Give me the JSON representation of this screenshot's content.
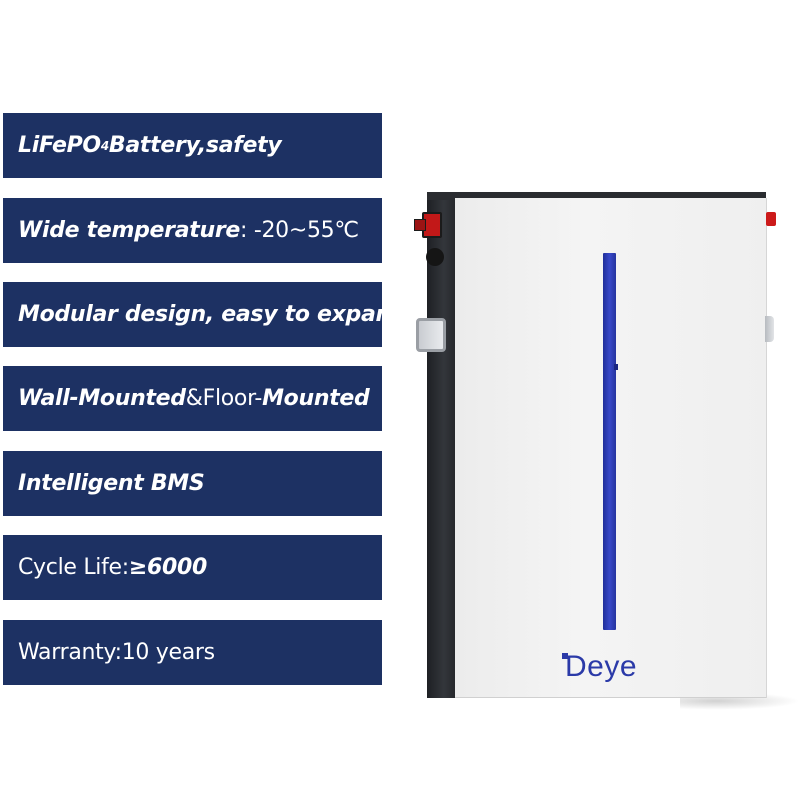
{
  "features": {
    "f1": {
      "main": "LiFePO",
      "sub": "4",
      "rest": " Battery,safety"
    },
    "f2": {
      "main": "Wide temperature",
      "rest": ": -20~55℃"
    },
    "f3": {
      "main": "Modular design, easy to expand"
    },
    "f4": {
      "main": "Wall-Mounted",
      "amp": "&Floor-",
      "rest": "Mounted"
    },
    "f5": {
      "main": "Intelligent BMS"
    },
    "f6": {
      "lead": "Cycle Life:",
      "rest": "≥6000"
    },
    "f7": {
      "lead": "Warranty:10 years"
    }
  },
  "product": {
    "logo": "Deye"
  },
  "colors": {
    "banner_bg": "#1d3163",
    "banner_text": "#ffffff",
    "led_blue": "#3848c8",
    "logo_blue": "#2b3aa8",
    "terminal_red": "#c21818"
  }
}
